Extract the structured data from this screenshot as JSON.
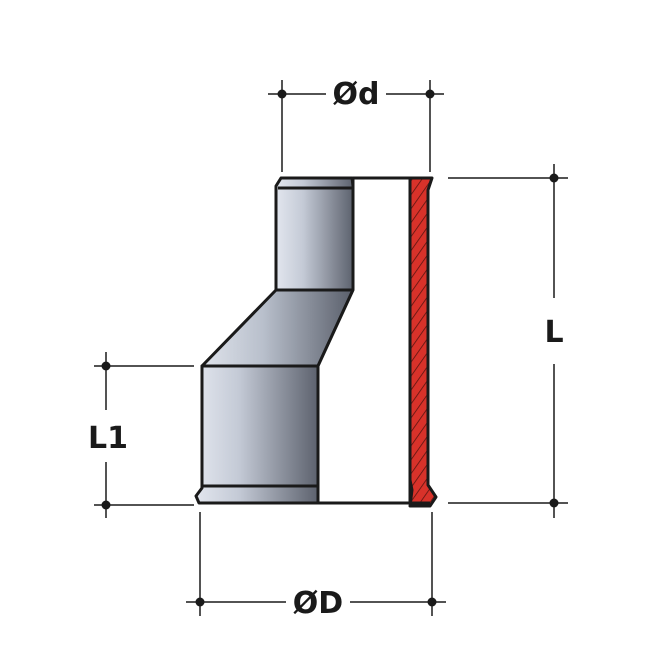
{
  "labels": {
    "small_diameter": "Ød",
    "large_diameter": "ØD",
    "length": "L",
    "socket_length": "L1"
  },
  "colors": {
    "body_light": "#d4d9e3",
    "body_dark": "#5f6470",
    "wall_red": "#d8322a",
    "outline": "#1a1a1a",
    "dim_line": "#1a1a1a"
  }
}
